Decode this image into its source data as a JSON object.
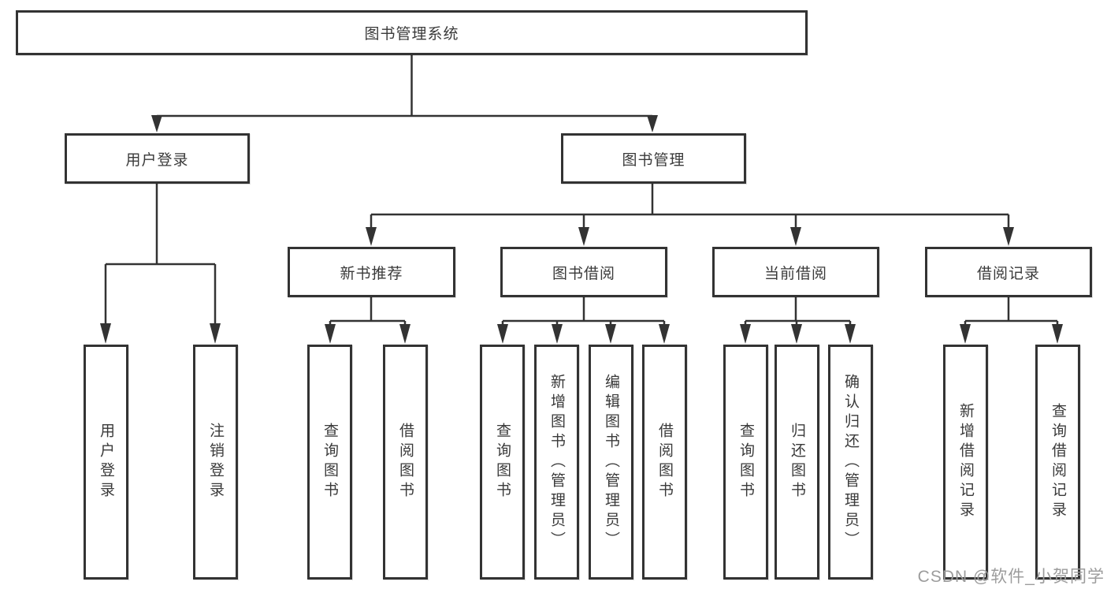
{
  "tree": {
    "root": {
      "label": "图书管理系统",
      "children": [
        {
          "label": "用户登录",
          "children": [
            {
              "label": "用户登录"
            },
            {
              "label": "注销登录"
            }
          ]
        },
        {
          "label": "图书管理",
          "children": [
            {
              "label": "新书推荐",
              "children": [
                {
                  "label": "查询图书"
                },
                {
                  "label": "借阅图书"
                }
              ]
            },
            {
              "label": "图书借阅",
              "children": [
                {
                  "label": "查询图书"
                },
                {
                  "label": "新增图书（管理员）"
                },
                {
                  "label": "编辑图书（管理员）"
                },
                {
                  "label": "借阅图书"
                }
              ]
            },
            {
              "label": "当前借阅",
              "children": [
                {
                  "label": "查询图书"
                },
                {
                  "label": "归还图书"
                },
                {
                  "label": "确认归还（管理员）"
                }
              ]
            },
            {
              "label": "借阅记录",
              "children": [
                {
                  "label": "新增借阅记录"
                },
                {
                  "label": "查询借阅记录"
                }
              ]
            }
          ]
        }
      ]
    }
  },
  "watermark": {
    "text": "CSDN @软件_小贺同学"
  },
  "colors": {
    "line": "#333333",
    "text": "#3a3a3a",
    "box_background": "#ffffff",
    "watermark": "#9c9c9c"
  }
}
